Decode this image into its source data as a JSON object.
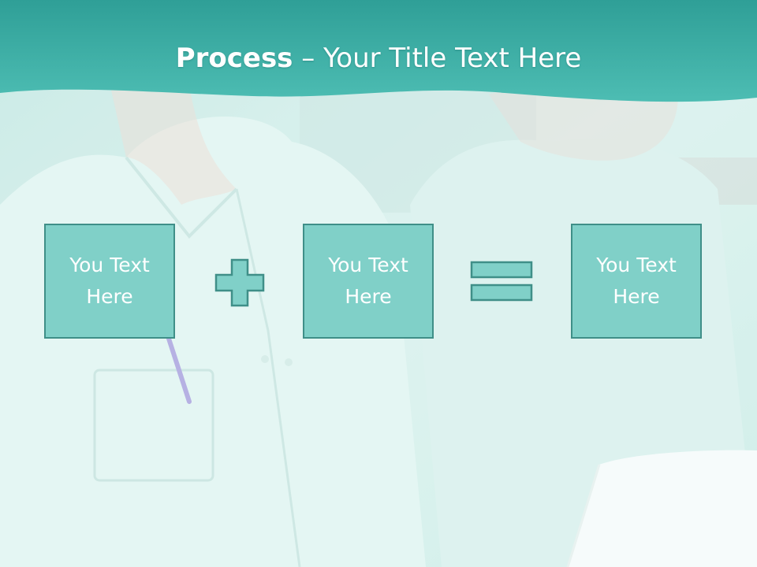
{
  "slide": {
    "title_strong": "Process",
    "title_rest": " – Your Title Text Here"
  },
  "steps": [
    {
      "text": "You Text Here"
    },
    {
      "text": "You Text Here"
    },
    {
      "text": "You Text Here"
    }
  ],
  "operators": {
    "first": "plus-icon",
    "second": "equals-icon"
  },
  "colors": {
    "banner": "#3fb1a8",
    "box_fill": "#80d0c8",
    "box_border": "#3f8f88",
    "background": "#cdebe6"
  }
}
